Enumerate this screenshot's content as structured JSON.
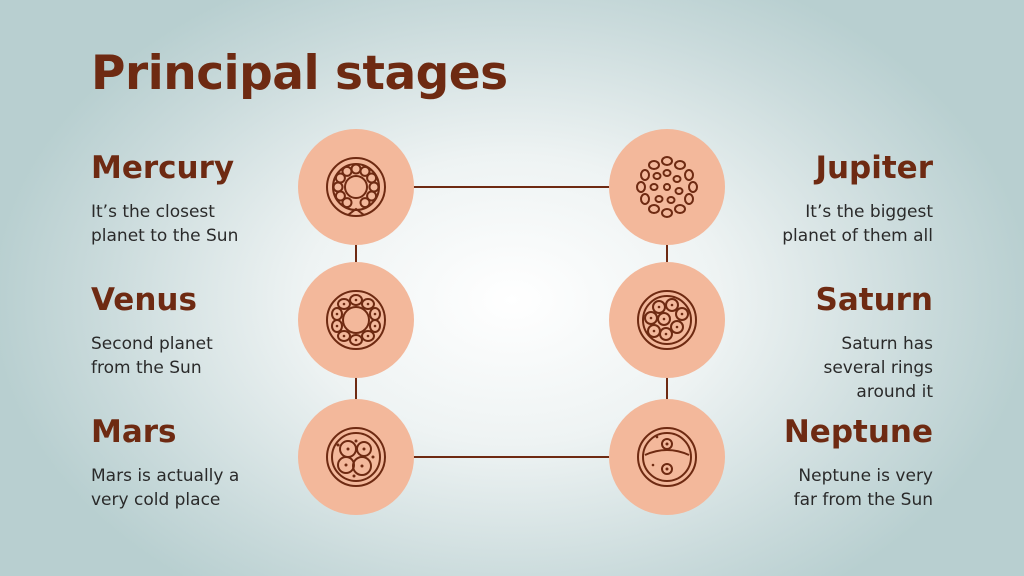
{
  "title": "Principal stages",
  "colors": {
    "accent": "#6e2a12",
    "node_fill": "#f3b89b",
    "text": "#2a2a2a"
  },
  "stages": [
    {
      "name": "Mercury",
      "desc_lines": [
        "It’s the closest",
        "planet to the Sun"
      ],
      "icon": "cell-ring-icon"
    },
    {
      "name": "Venus",
      "desc_lines": [
        "Second planet",
        "from the Sun"
      ],
      "icon": "cell-blastula-icon"
    },
    {
      "name": "Mars",
      "desc_lines": [
        "Mars is actually a",
        "very cold place"
      ],
      "icon": "cell-cluster-icon"
    },
    {
      "name": "Jupiter",
      "desc_lines": [
        "It’s the biggest",
        "planet of them all"
      ],
      "icon": "cell-dots-icon"
    },
    {
      "name": "Saturn",
      "desc_lines": [
        "Saturn has",
        "several rings",
        "around it"
      ],
      "icon": "cell-morula-icon"
    },
    {
      "name": "Neptune",
      "desc_lines": [
        "Neptune is very",
        "far from the Sun"
      ],
      "icon": "cell-two-cell-icon"
    }
  ]
}
